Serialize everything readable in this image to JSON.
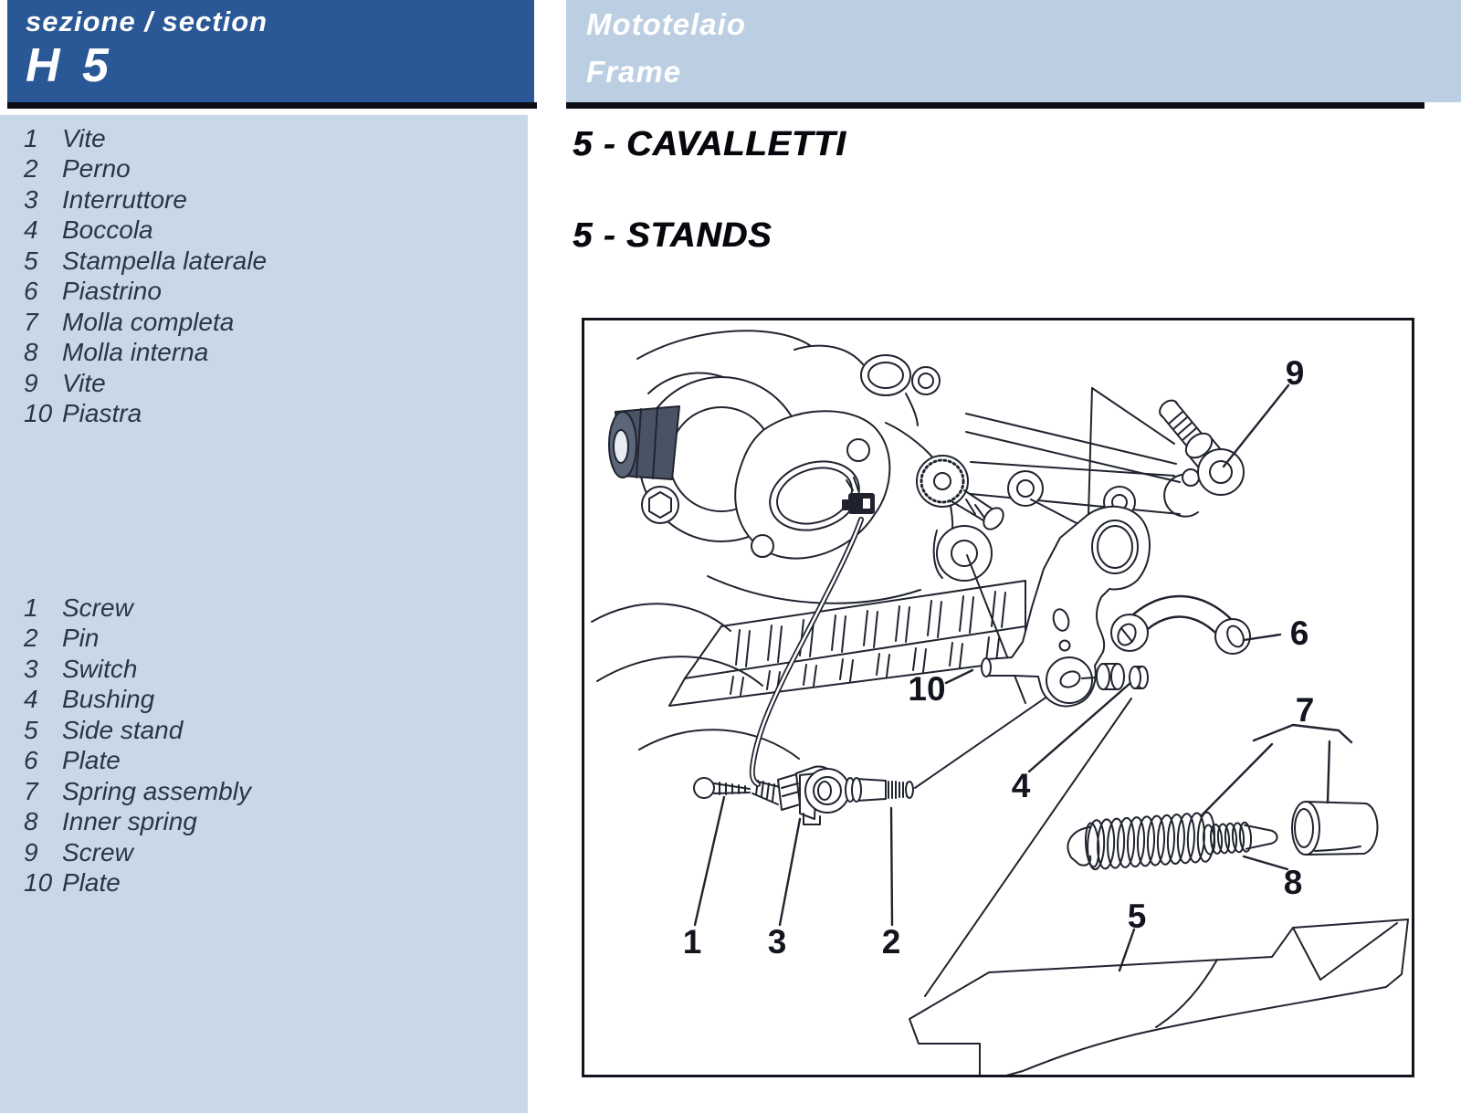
{
  "section_header": {
    "line1": "sezione / section",
    "line2": "H 5"
  },
  "frame_header": {
    "line1": "Mototelaio",
    "line2": "Frame"
  },
  "titles": {
    "it": "5 - CAVALLETTI",
    "en": "5 - STANDS"
  },
  "parts_it": [
    {
      "num": "1",
      "label": "Vite"
    },
    {
      "num": "2",
      "label": "Perno"
    },
    {
      "num": "3",
      "label": "Interruttore"
    },
    {
      "num": "4",
      "label": "Boccola"
    },
    {
      "num": "5",
      "label": "Stampella laterale"
    },
    {
      "num": "6",
      "label": "Piastrino"
    },
    {
      "num": "7",
      "label": "Molla completa"
    },
    {
      "num": "8",
      "label": "Molla interna"
    },
    {
      "num": "9",
      "label": "Vite"
    },
    {
      "num": "10",
      "label": "Piastra"
    }
  ],
  "parts_en": [
    {
      "num": "1",
      "label": "Screw"
    },
    {
      "num": "2",
      "label": "Pin"
    },
    {
      "num": "3",
      "label": "Switch"
    },
    {
      "num": "4",
      "label": "Bushing"
    },
    {
      "num": "5",
      "label": "Side stand"
    },
    {
      "num": "6",
      "label": "Plate"
    },
    {
      "num": "7",
      "label": "Spring assembly"
    },
    {
      "num": "8",
      "label": "Inner spring"
    },
    {
      "num": "9",
      "label": "Screw"
    },
    {
      "num": "10",
      "label": "Plate"
    }
  ],
  "diagram": {
    "callouts": {
      "c1": "1",
      "c2": "2",
      "c3": "3",
      "c4": "4",
      "c5": "5",
      "c6": "6",
      "c7": "7",
      "c8": "8",
      "c9": "9",
      "c10": "10"
    }
  },
  "colors": {
    "panel": "#c9d8e8",
    "band": "#bccfe2",
    "header_box": "#2a5795",
    "rule": "#0d0d15",
    "ink": "#20242f",
    "list_text": "#2b3544"
  }
}
